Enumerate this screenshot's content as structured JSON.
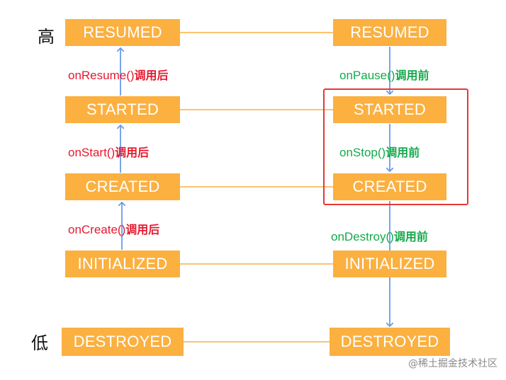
{
  "levels": {
    "high": "高",
    "low": "低"
  },
  "left_states": [
    "RESUMED",
    "STARTED",
    "CREATED",
    "INITIALIZED",
    "DESTROYED"
  ],
  "right_states": [
    "RESUMED",
    "STARTED",
    "CREATED",
    "INITIALIZED",
    "DESTROYED"
  ],
  "left_callbacks": [
    {
      "method": "onResume()",
      "when": "调用后"
    },
    {
      "method": "onStart()",
      "when": "调用后"
    },
    {
      "method": "onCreate()",
      "when": "调用后"
    }
  ],
  "right_callbacks": [
    {
      "method": "onPause()",
      "when": "调用前"
    },
    {
      "method": "onStop()",
      "when": "调用前"
    },
    {
      "method": "onDestroy()",
      "when": "调用前"
    }
  ],
  "watermark": "@稀土掘金技术社区",
  "colors": {
    "state_box": "#fbb040",
    "connector": "#fbb040",
    "arrow": "#6a9be8",
    "up_label": "#e6192e",
    "down_label": "#14a94b",
    "highlight": "#e53935"
  }
}
